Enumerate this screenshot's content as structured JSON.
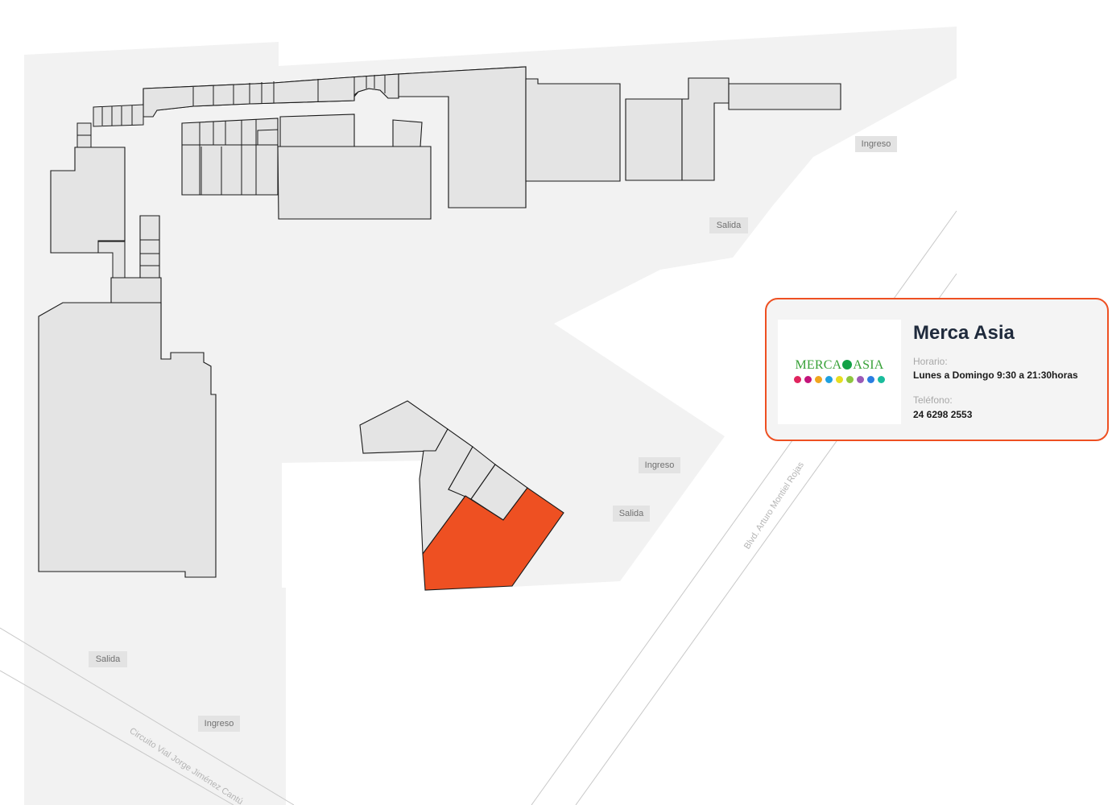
{
  "map": {
    "highlight_color": "#ee5022",
    "labels": {
      "ingreso_top": "Ingreso",
      "salida_top": "Salida",
      "ingreso_mid": "Ingreso",
      "salida_mid": "Salida",
      "salida_bottom": "Salida",
      "ingreso_bottom": "Ingreso"
    },
    "streets": {
      "blvd": "Blvd. Arturo Montiel Rojas",
      "circuito": "Circuito Vial Jorge Jiménez Cantú"
    }
  },
  "store": {
    "name": "Merca Asia",
    "logo": {
      "left": "MERCA",
      "right": "ASIA",
      "brand_color": "#36a036",
      "icon_colors": [
        "#e0245e",
        "#c3137a",
        "#f0a51e",
        "#1ea0e0",
        "#e8dd20",
        "#8dc63f",
        "#9b59b6",
        "#2a7de1",
        "#1abc9c"
      ]
    },
    "schedule_label": "Horario:",
    "schedule_value": "Lunes a Domingo 9:30 a 21:30horas",
    "phone_label": "Teléfono:",
    "phone_value": "24 6298 2553",
    "border_color": "#ee5022"
  }
}
